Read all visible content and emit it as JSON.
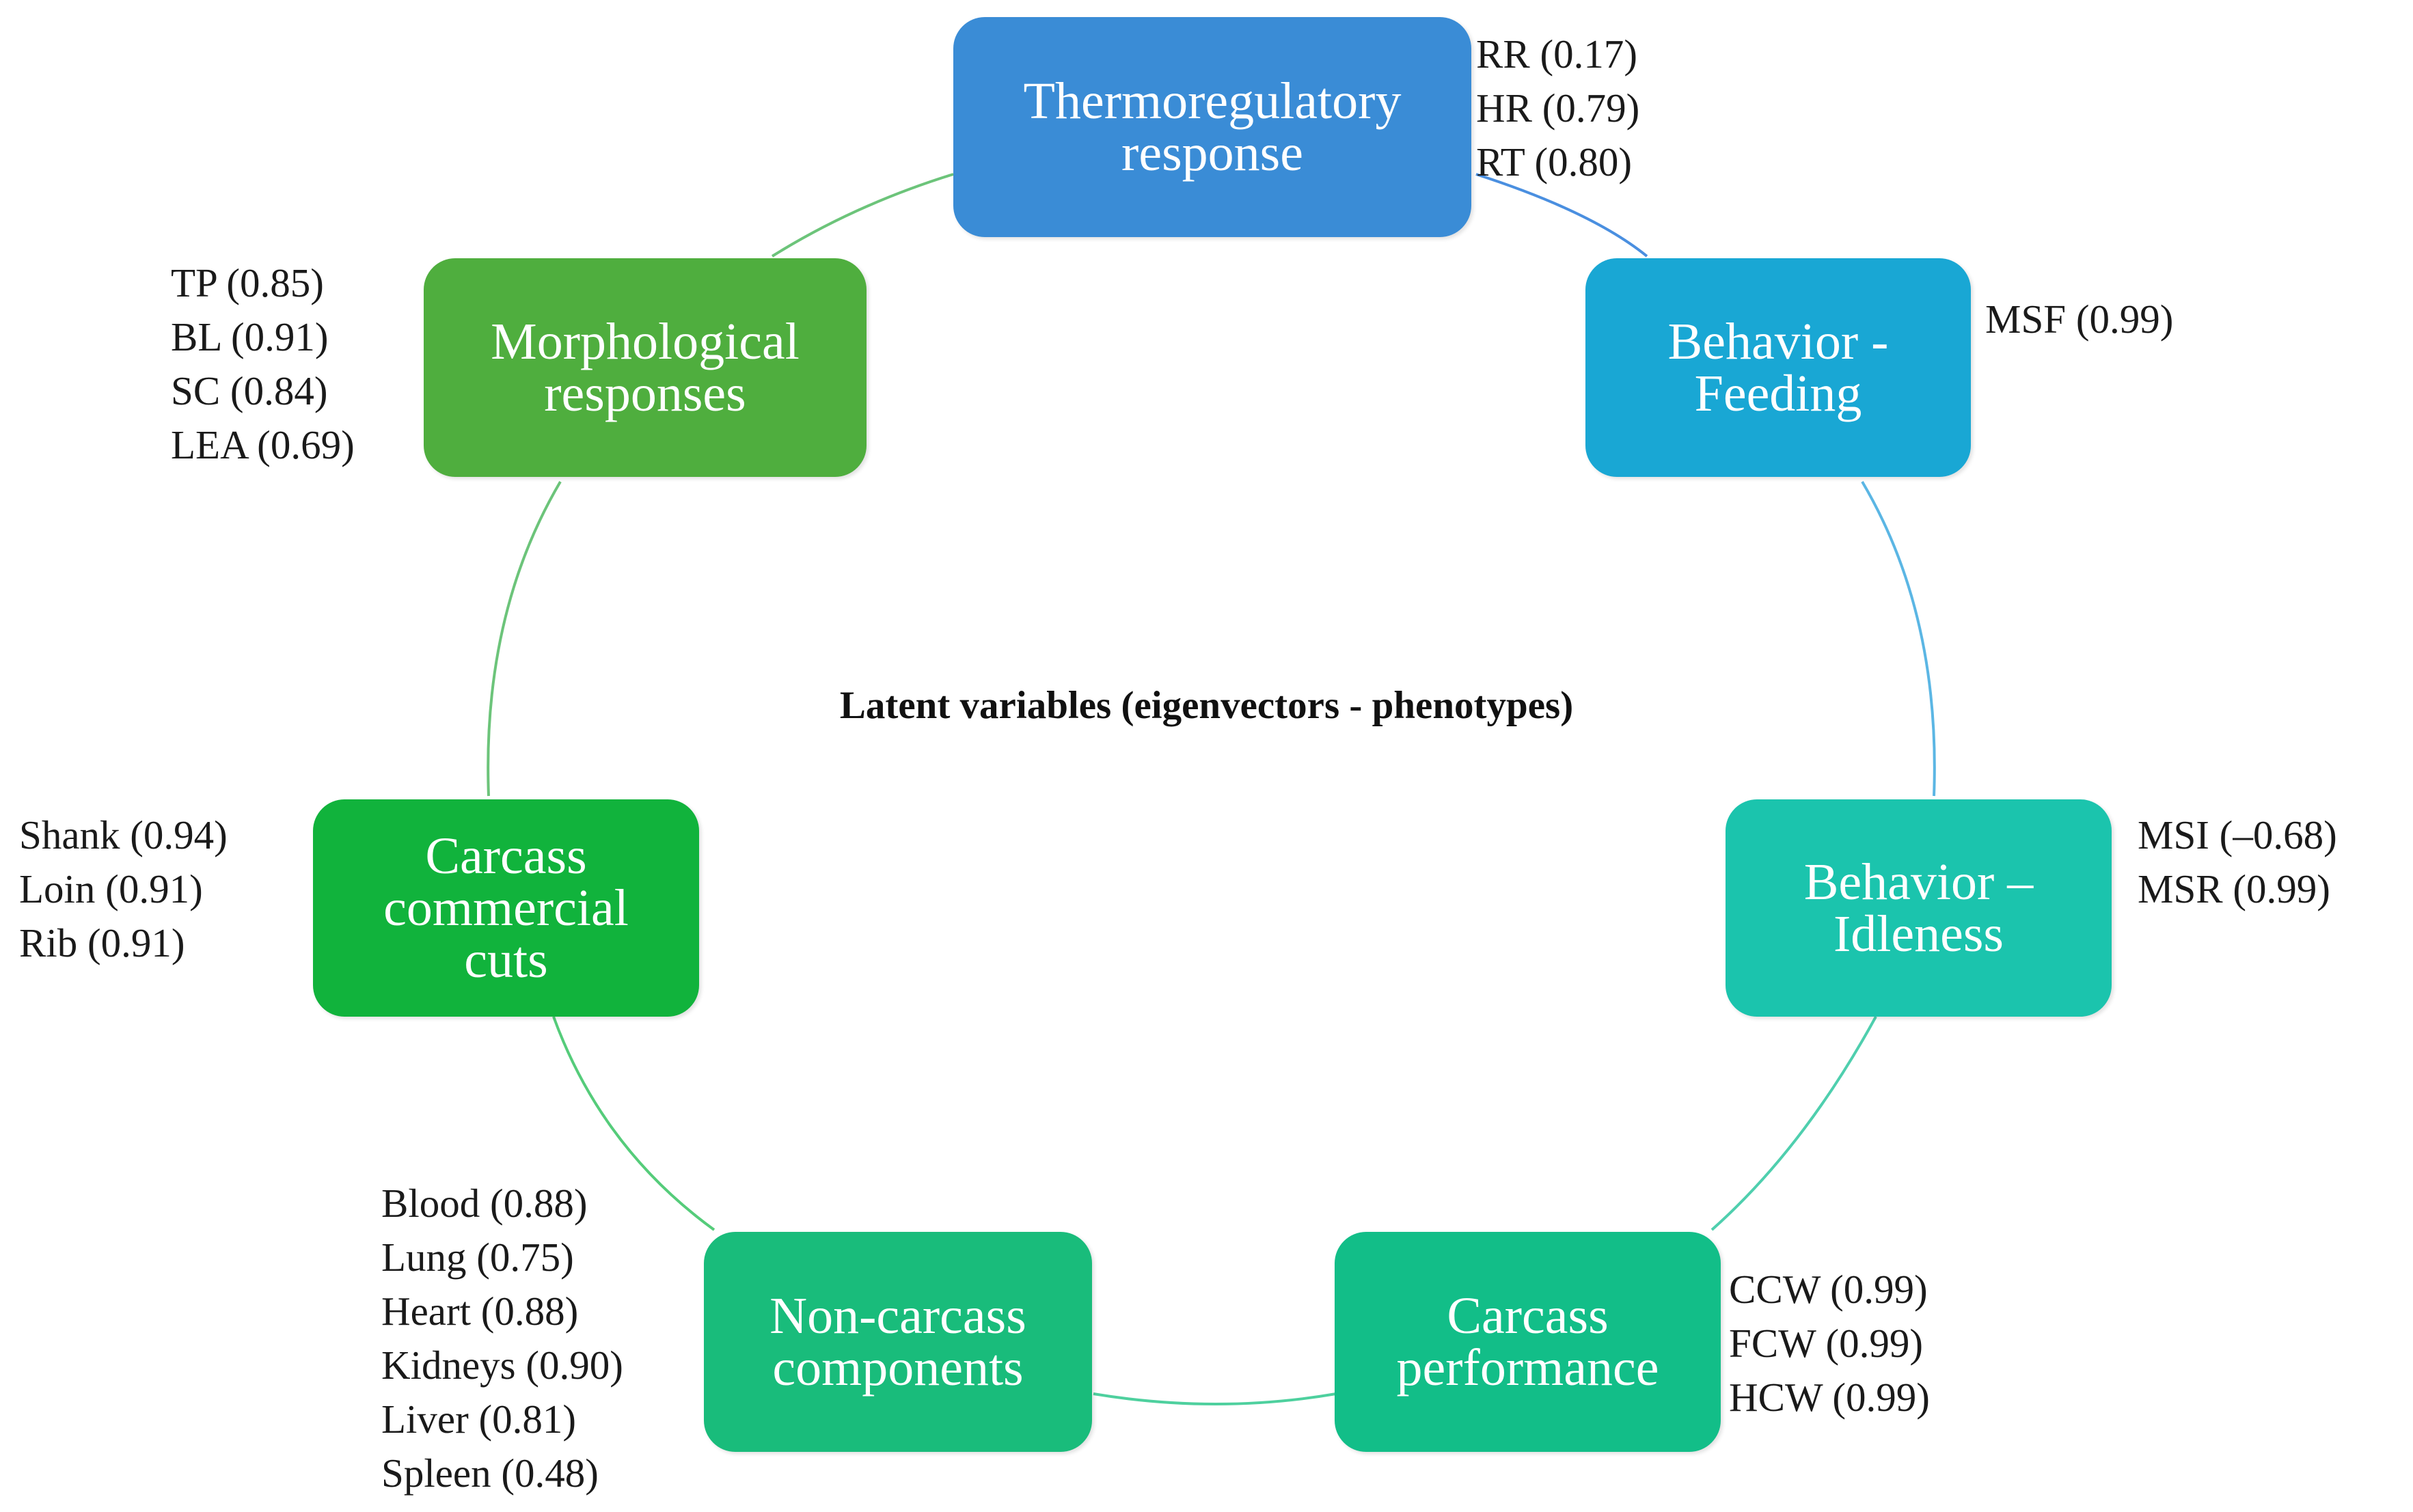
{
  "center_title": "Latent variables (eigenvectors - phenotypes)",
  "nodes": [
    {
      "id": "thermoregulatory",
      "lines": [
        "Thermoregulatory",
        "response"
      ],
      "color": "#3a8cd6",
      "variables": [
        "RR (0.17)",
        "HR (0.79)",
        "RT (0.80)"
      ]
    },
    {
      "id": "behavior-feeding",
      "lines": [
        "Behavior -",
        "Feeding"
      ],
      "color": "#19a7d4",
      "variables": [
        "MSF (0.99)"
      ]
    },
    {
      "id": "behavior-idleness",
      "lines": [
        "Behavior –",
        "Idleness"
      ],
      "color": "#1bc4ad",
      "variables": [
        "MSI (–0.68)",
        "MSR (0.99)"
      ]
    },
    {
      "id": "carcass-performance",
      "lines": [
        "Carcass",
        "performance"
      ],
      "color": "#12be88",
      "variables": [
        "CCW (0.99)",
        "FCW (0.99)",
        "HCW (0.99)"
      ]
    },
    {
      "id": "non-carcass-components",
      "lines": [
        "Non-carcass",
        "components"
      ],
      "color": "#19bc7b",
      "variables": [
        "Blood (0.88)",
        "Lung (0.75)",
        "Heart (0.88)",
        "Kidneys (0.90)",
        "Liver (0.81)",
        "Spleen (0.48)"
      ]
    },
    {
      "id": "carcass-commercial-cuts",
      "lines": [
        "Carcass",
        "commercial",
        "cuts"
      ],
      "color": "#11b33c",
      "variables": [
        "Shank (0.94)",
        "Loin (0.91)",
        "Rib (0.91)"
      ]
    },
    {
      "id": "morphological",
      "lines": [
        "Morphological",
        "responses"
      ],
      "color": "#4fae3e",
      "variables": [
        "TP (0.85)",
        "BL (0.91)",
        "SC (0.84)",
        "LEA (0.69)"
      ]
    }
  ],
  "connector_colors": {
    "thermo_to_feeding": "#4a8fe0",
    "feeding_to_idleness": "#5bb6e4",
    "idleness_to_performance": "#4fcfae",
    "performance_to_noncarcass": "#4ed09e",
    "noncarcass_to_cuts": "#55cc7a",
    "cuts_to_morph": "#6cc47a",
    "morph_to_thermo": "#6cc47a"
  }
}
